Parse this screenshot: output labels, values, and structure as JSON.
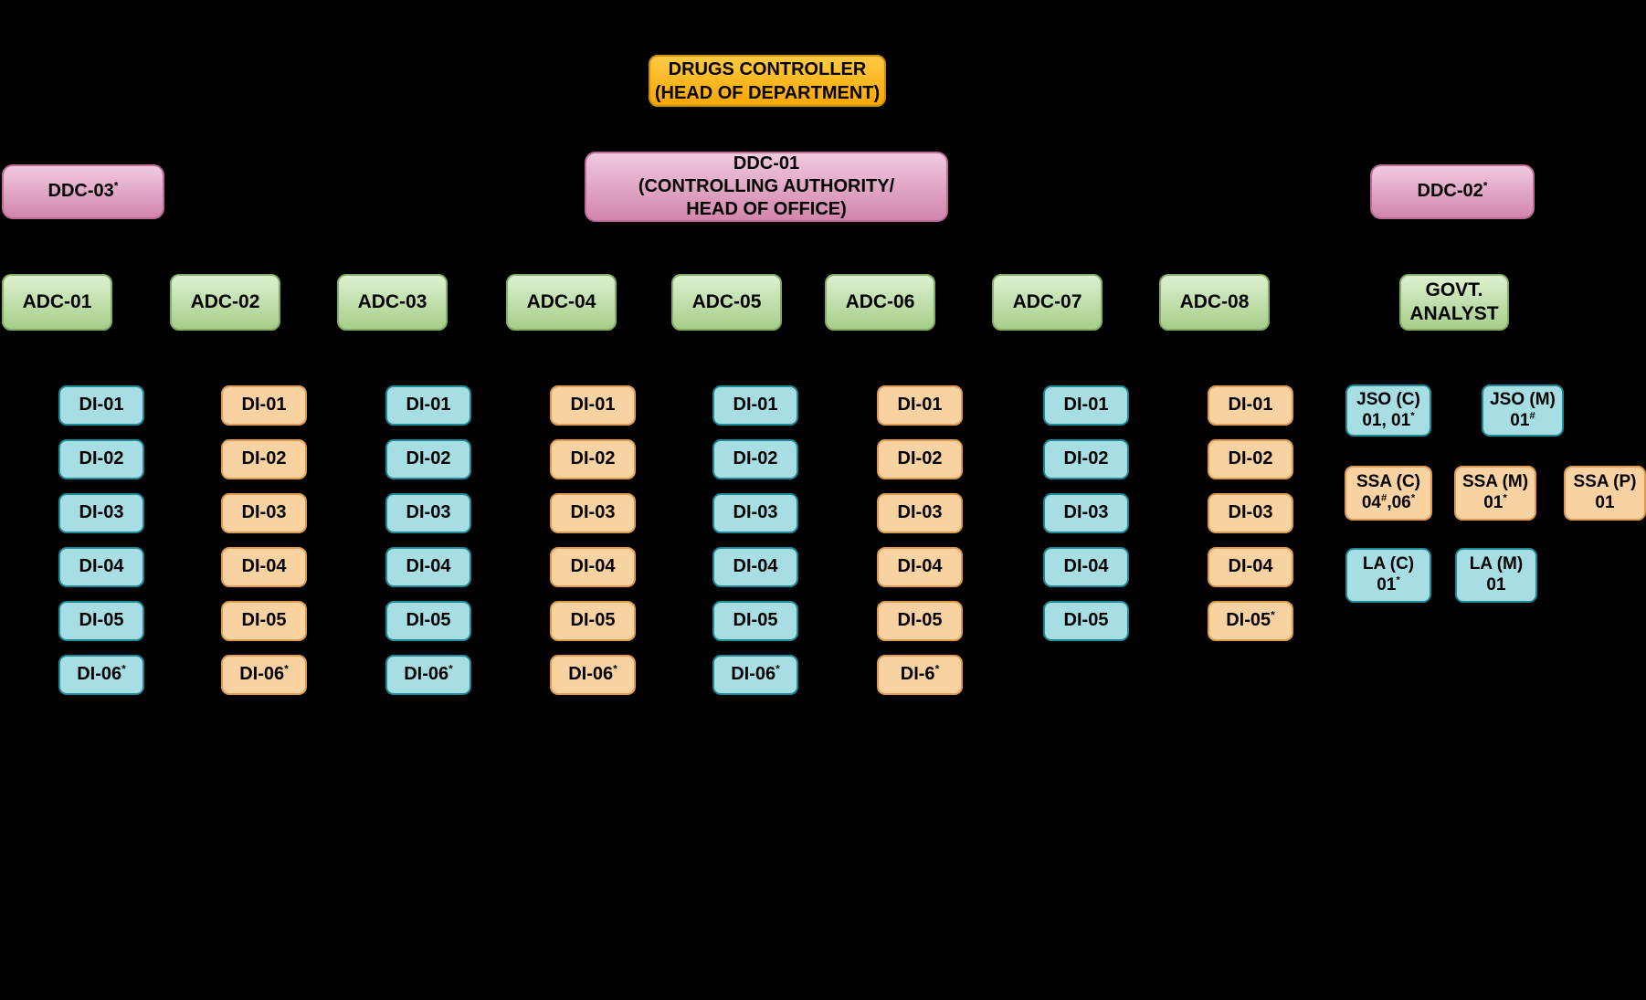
{
  "palette": {
    "background": "#000000",
    "text": "#000000",
    "gold_top": "#FFCA45",
    "gold_bottom": "#FAA702",
    "gold_border": "#C98C0B",
    "pink_top": "#F0CADF",
    "pink_bottom": "#D285AC",
    "pink_border": "#BD6C96",
    "green_top": "#DDF0D0",
    "green_bottom": "#A6CE8A",
    "green_border": "#84AE68",
    "cyan_fill": "#A7DEE4",
    "cyan_border": "#1F8997",
    "orange_fill": "#F9D2A2",
    "orange_border": "#DD9C51"
  },
  "header": {
    "id": "drugs-controller",
    "style": "gold",
    "lines": [
      [
        {
          "t": "DRUGS CONTROLLER"
        }
      ],
      [
        {
          "t": "(HEAD OF DEPARTMENT)"
        }
      ]
    ]
  },
  "deputy_row": [
    {
      "id": "ddc-03",
      "style": "pink",
      "lines": [
        [
          {
            "t": "DDC-03"
          },
          {
            "t": "*",
            "sup": true
          }
        ]
      ]
    },
    {
      "id": "ddc-01",
      "style": "pink",
      "lines": [
        [
          {
            "t": "DDC-01"
          }
        ],
        [
          {
            "t": "(CONTROLLING AUTHORITY/"
          }
        ],
        [
          {
            "t": "HEAD OF OFFICE)"
          }
        ]
      ]
    },
    {
      "id": "ddc-02",
      "style": "pink",
      "lines": [
        [
          {
            "t": "DDC-02"
          },
          {
            "t": "*",
            "sup": true
          }
        ]
      ]
    }
  ],
  "adc_row": [
    {
      "id": "adc-01",
      "style": "green",
      "lines": [
        [
          {
            "t": "ADC-01"
          }
        ]
      ]
    },
    {
      "id": "adc-02",
      "style": "green",
      "lines": [
        [
          {
            "t": "ADC-02"
          }
        ]
      ]
    },
    {
      "id": "adc-03",
      "style": "green",
      "lines": [
        [
          {
            "t": "ADC-03"
          }
        ]
      ]
    },
    {
      "id": "adc-04",
      "style": "green",
      "lines": [
        [
          {
            "t": "ADC-04"
          }
        ]
      ]
    },
    {
      "id": "adc-05",
      "style": "green",
      "lines": [
        [
          {
            "t": "ADC-05"
          }
        ]
      ]
    },
    {
      "id": "adc-06",
      "style": "green",
      "lines": [
        [
          {
            "t": "ADC-06"
          }
        ]
      ]
    },
    {
      "id": "adc-07",
      "style": "green",
      "lines": [
        [
          {
            "t": "ADC-07"
          }
        ]
      ]
    },
    {
      "id": "adc-08",
      "style": "green",
      "lines": [
        [
          {
            "t": "ADC-08"
          }
        ]
      ]
    },
    {
      "id": "govt-analyst",
      "style": "green",
      "lines": [
        [
          {
            "t": "GOVT."
          }
        ],
        [
          {
            "t": "ANALYST"
          }
        ]
      ]
    }
  ],
  "di_columns": [
    {
      "id": "di-col-1",
      "style": "cyan",
      "items": [
        [
          {
            "t": "DI-01"
          }
        ],
        [
          {
            "t": "DI-02"
          }
        ],
        [
          {
            "t": "DI-03"
          }
        ],
        [
          {
            "t": "DI-04"
          }
        ],
        [
          {
            "t": "DI-05"
          }
        ],
        [
          {
            "t": "DI-06"
          },
          {
            "t": "*",
            "sup": true
          }
        ]
      ]
    },
    {
      "id": "di-col-2",
      "style": "orange",
      "items": [
        [
          {
            "t": "DI-01"
          }
        ],
        [
          {
            "t": "DI-02"
          }
        ],
        [
          {
            "t": "DI-03"
          }
        ],
        [
          {
            "t": "DI-04"
          }
        ],
        [
          {
            "t": "DI-05"
          }
        ],
        [
          {
            "t": "DI-06"
          },
          {
            "t": "*",
            "sup": true
          }
        ]
      ]
    },
    {
      "id": "di-col-3",
      "style": "cyan",
      "items": [
        [
          {
            "t": "DI-01"
          }
        ],
        [
          {
            "t": "DI-02"
          }
        ],
        [
          {
            "t": "DI-03"
          }
        ],
        [
          {
            "t": "DI-04"
          }
        ],
        [
          {
            "t": "DI-05"
          }
        ],
        [
          {
            "t": "DI-06"
          },
          {
            "t": "*",
            "sup": true
          }
        ]
      ]
    },
    {
      "id": "di-col-4",
      "style": "orange",
      "items": [
        [
          {
            "t": "DI-01"
          }
        ],
        [
          {
            "t": "DI-02"
          }
        ],
        [
          {
            "t": "DI-03"
          }
        ],
        [
          {
            "t": "DI-04"
          }
        ],
        [
          {
            "t": "DI-05"
          }
        ],
        [
          {
            "t": "DI-06"
          },
          {
            "t": "*",
            "sup": true
          }
        ]
      ]
    },
    {
      "id": "di-col-5",
      "style": "cyan",
      "items": [
        [
          {
            "t": "DI-01"
          }
        ],
        [
          {
            "t": "DI-02"
          }
        ],
        [
          {
            "t": "DI-03"
          }
        ],
        [
          {
            "t": "DI-04"
          }
        ],
        [
          {
            "t": "DI-05"
          }
        ],
        [
          {
            "t": "DI-06"
          },
          {
            "t": "*",
            "sup": true
          }
        ]
      ]
    },
    {
      "id": "di-col-6",
      "style": "orange",
      "items": [
        [
          {
            "t": "DI-01"
          }
        ],
        [
          {
            "t": "DI-02"
          }
        ],
        [
          {
            "t": "DI-03"
          }
        ],
        [
          {
            "t": "DI-04"
          }
        ],
        [
          {
            "t": "DI-05"
          }
        ],
        [
          {
            "t": "DI-6"
          },
          {
            "t": "*",
            "sup": true
          }
        ]
      ]
    },
    {
      "id": "di-col-7",
      "style": "cyan",
      "items": [
        [
          {
            "t": "DI-01"
          }
        ],
        [
          {
            "t": "DI-02"
          }
        ],
        [
          {
            "t": "DI-03"
          }
        ],
        [
          {
            "t": "DI-04"
          }
        ],
        [
          {
            "t": "DI-05"
          }
        ]
      ]
    },
    {
      "id": "di-col-8",
      "style": "orange",
      "items": [
        [
          {
            "t": "DI-01"
          }
        ],
        [
          {
            "t": "DI-02"
          }
        ],
        [
          {
            "t": "DI-03"
          }
        ],
        [
          {
            "t": "DI-04"
          }
        ],
        [
          {
            "t": "DI-05"
          },
          {
            "t": "*",
            "sup": true
          }
        ]
      ]
    }
  ],
  "staff_cluster": [
    {
      "id": "jso-c",
      "style": "cyan",
      "lines": [
        [
          {
            "t": "JSO (C)"
          }
        ],
        [
          {
            "t": "01, 01"
          },
          {
            "t": "*",
            "sup": true
          }
        ]
      ]
    },
    {
      "id": "jso-m",
      "style": "cyan",
      "lines": [
        [
          {
            "t": "JSO (M)"
          }
        ],
        [
          {
            "t": "01"
          },
          {
            "t": "#",
            "sup": true
          }
        ]
      ]
    },
    {
      "id": "ssa-c",
      "style": "orange",
      "lines": [
        [
          {
            "t": "SSA (C)"
          }
        ],
        [
          {
            "t": "04"
          },
          {
            "t": "#",
            "sup": true
          },
          {
            "t": ",06"
          },
          {
            "t": "*",
            "sup": true
          }
        ]
      ]
    },
    {
      "id": "ssa-m",
      "style": "orange",
      "lines": [
        [
          {
            "t": "SSA (M)"
          }
        ],
        [
          {
            "t": "01"
          },
          {
            "t": "*",
            "sup": true
          }
        ]
      ]
    },
    {
      "id": "ssa-p",
      "style": "orange",
      "lines": [
        [
          {
            "t": "SSA (P)"
          }
        ],
        [
          {
            "t": "01"
          }
        ]
      ]
    },
    {
      "id": "la-c",
      "style": "cyan",
      "lines": [
        [
          {
            "t": "LA (C)"
          }
        ],
        [
          {
            "t": "01"
          },
          {
            "t": "*",
            "sup": true
          }
        ]
      ]
    },
    {
      "id": "la-m",
      "style": "cyan",
      "lines": [
        [
          {
            "t": "LA (M)"
          }
        ],
        [
          {
            "t": "01"
          }
        ]
      ]
    }
  ]
}
